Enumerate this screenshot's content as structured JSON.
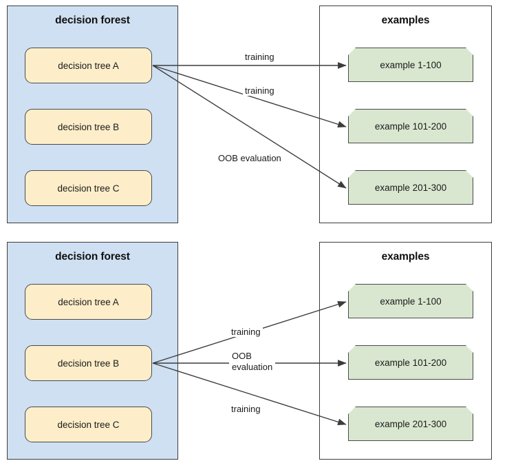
{
  "diagrams": [
    {
      "id": "top",
      "forest": {
        "title": "decision forest",
        "trees": [
          {
            "label": "decision tree A",
            "highlighted": true
          },
          {
            "label": "decision tree B",
            "highlighted": false
          },
          {
            "label": "decision tree C",
            "highlighted": false
          }
        ]
      },
      "examples": {
        "title": "examples",
        "items": [
          {
            "label": "example 1-100"
          },
          {
            "label": "example 101-200"
          },
          {
            "label": "example 201-300"
          }
        ]
      },
      "edges": [
        {
          "from": "decision tree A",
          "to": "example 1-100",
          "label": "training"
        },
        {
          "from": "decision tree A",
          "to": "example 101-200",
          "label": "training"
        },
        {
          "from": "decision tree A",
          "to": "example 201-300",
          "label": "OOB evaluation"
        }
      ]
    },
    {
      "id": "bottom",
      "forest": {
        "title": "decision forest",
        "trees": [
          {
            "label": "decision tree A",
            "highlighted": false
          },
          {
            "label": "decision tree B",
            "highlighted": true
          },
          {
            "label": "decision tree C",
            "highlighted": false
          }
        ]
      },
      "examples": {
        "title": "examples",
        "items": [
          {
            "label": "example 1-100"
          },
          {
            "label": "example 101-200"
          },
          {
            "label": "example 201-300"
          }
        ]
      },
      "edges": [
        {
          "from": "decision tree B",
          "to": "example 1-100",
          "label": "training"
        },
        {
          "from": "decision tree B",
          "to": "example 101-200",
          "label_line1": "OOB",
          "label_line2": "evaluation"
        },
        {
          "from": "decision tree B",
          "to": "example 201-300",
          "label": "training"
        }
      ]
    }
  ],
  "colors": {
    "forest_panel_fill": "#cfe0f3",
    "tree_box_fill": "#fdeec9",
    "example_box_fill": "#d9e7d0",
    "border": "#3c3c3c",
    "arrow": "#3c3c3c",
    "text": "#1a1a1a"
  }
}
